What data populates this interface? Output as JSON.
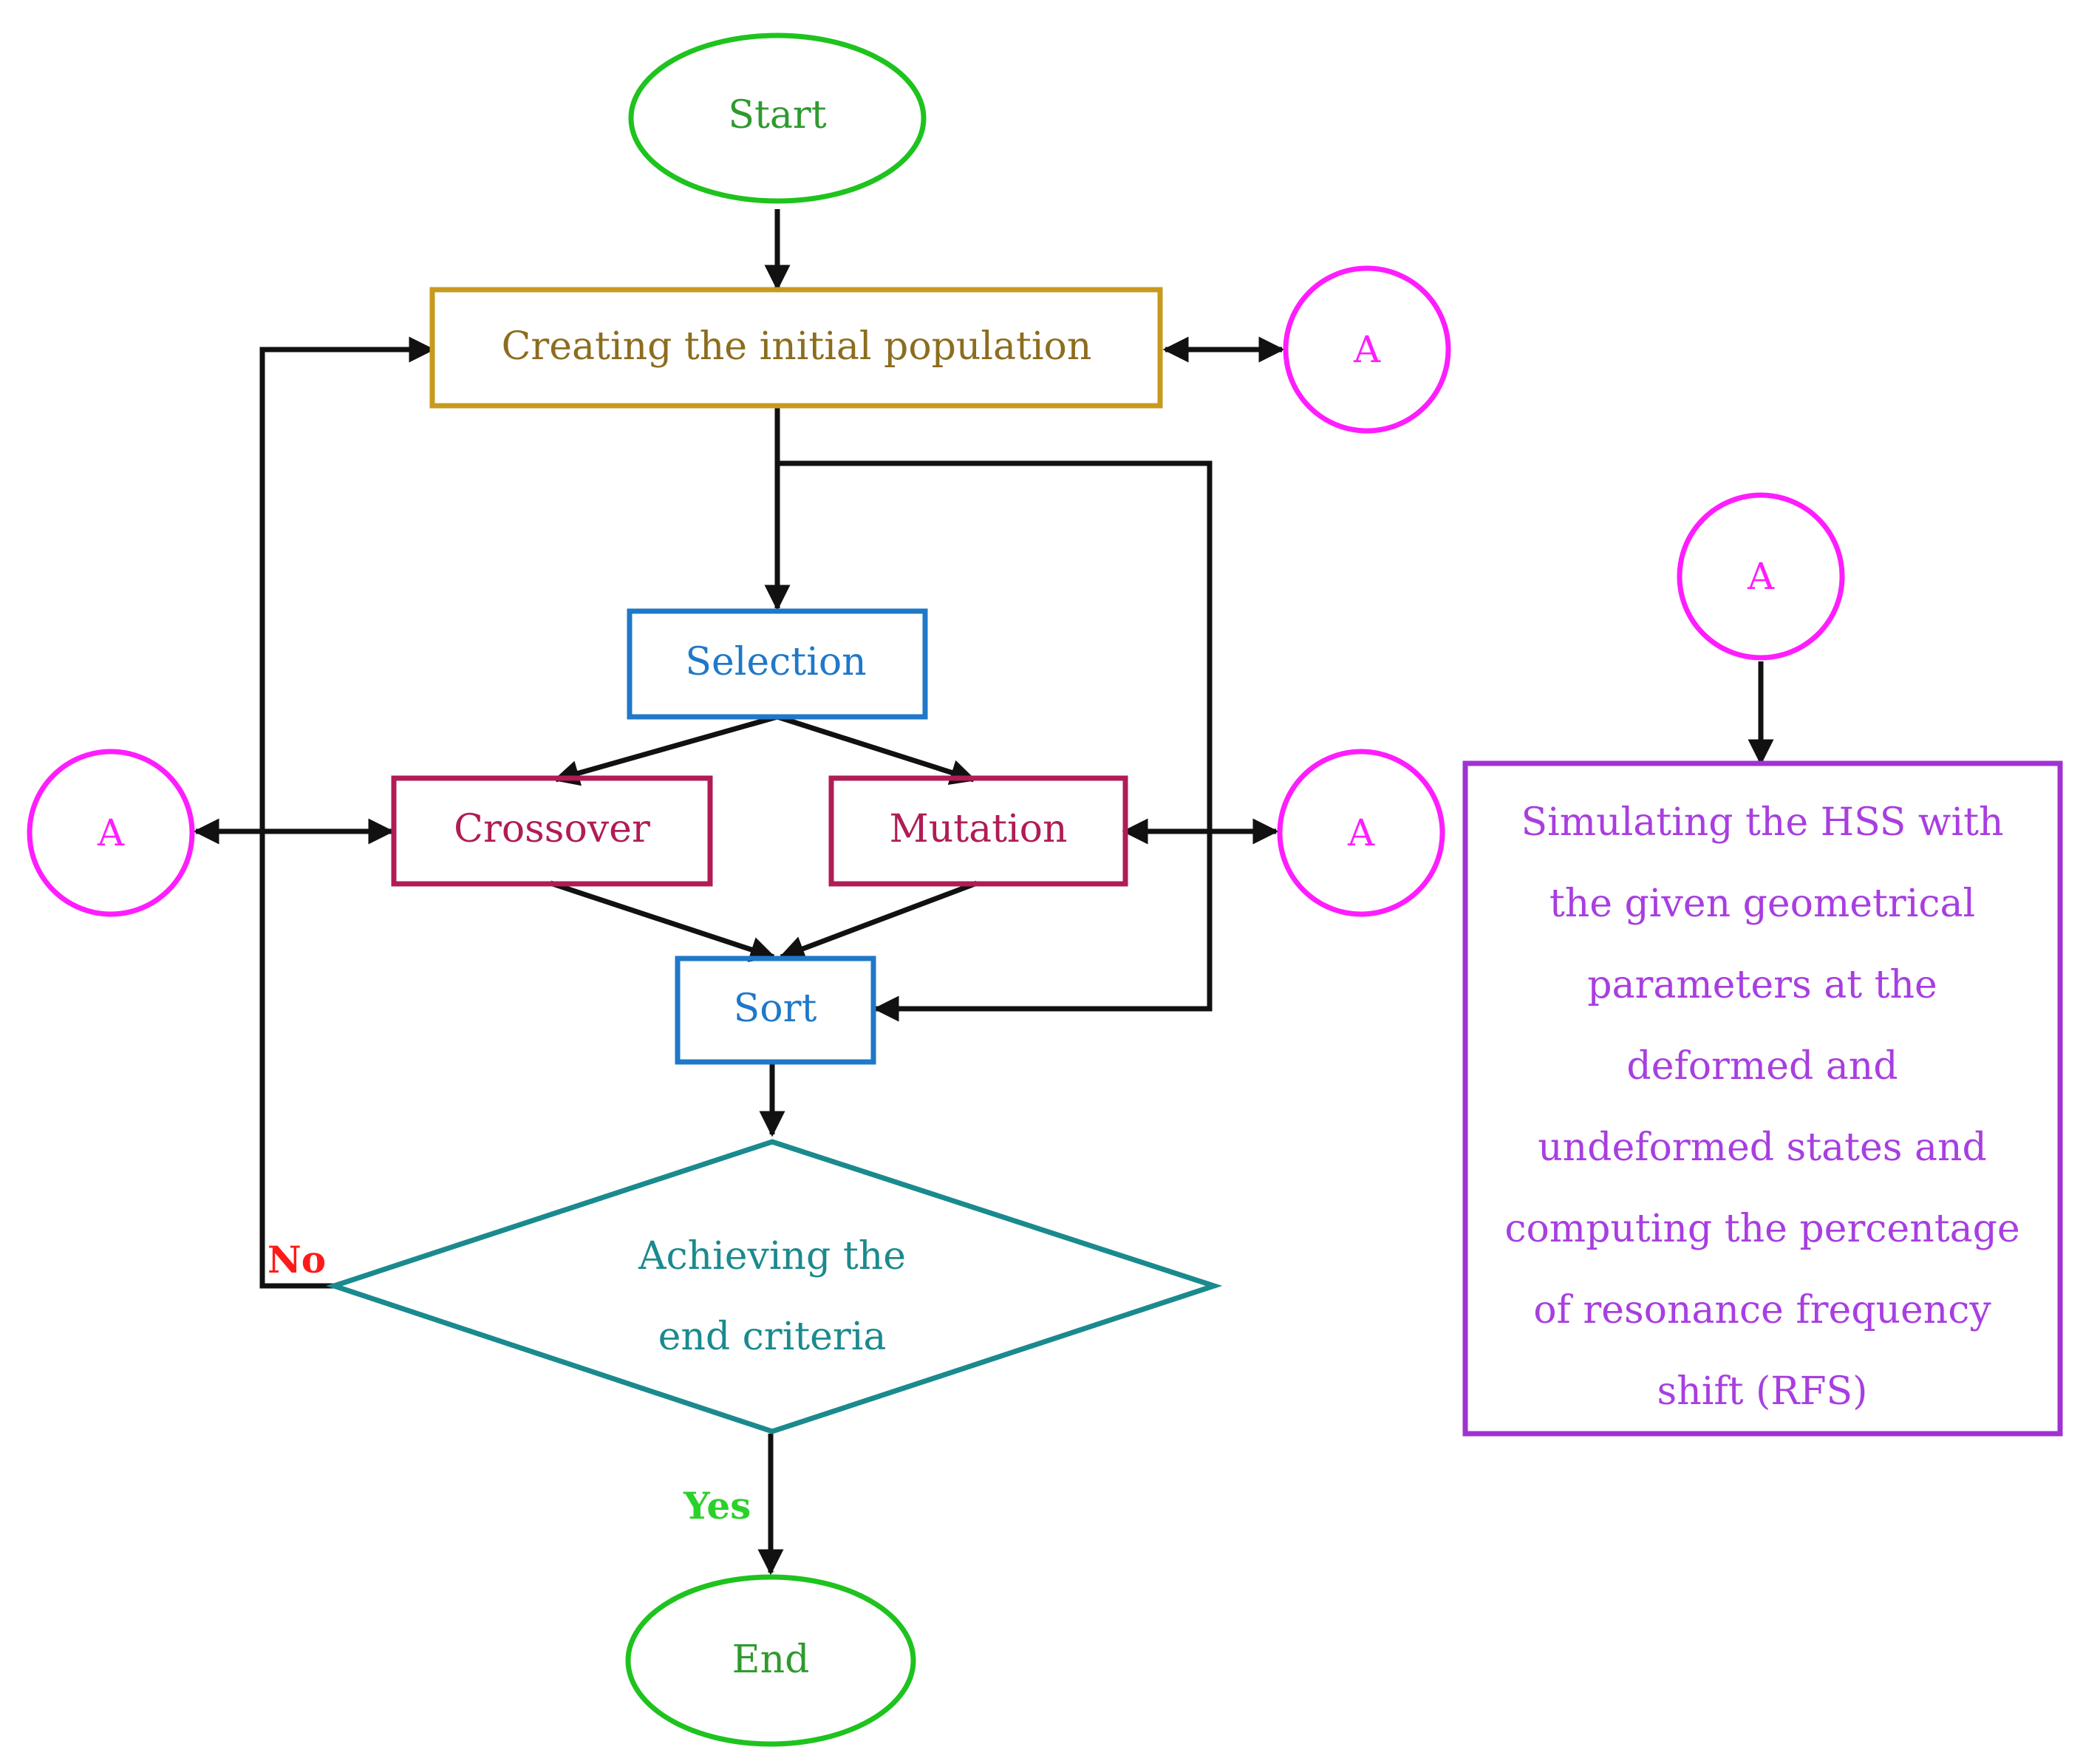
{
  "colors": {
    "terminal": "#1ec31e",
    "terminal_text": "#2e9a2e",
    "init_box": "#c79a1e",
    "init_text": "#8c6d1f",
    "blue": "#1f78c8",
    "crimson": "#b01c56",
    "connector": "#ff1dff",
    "teal": "#1a8a8e",
    "purple": "#a032d2",
    "purple_text": "#a83ee0",
    "no_label": "#ff1a1a",
    "yes_label": "#2bd12b",
    "arrow": "#111111"
  },
  "nodes": {
    "start": "Start",
    "init": "Creating the initial population",
    "selection": "Selection",
    "crossover": "Crossover",
    "mutation": "Mutation",
    "sort": "Sort",
    "decision_line1": "Achieving the",
    "decision_line2": "end criteria",
    "end": "End"
  },
  "connectors": {
    "init_right": "A",
    "left_crossover": "A",
    "right_mutation": "A",
    "subprocess_top": "A"
  },
  "labels": {
    "no": "No",
    "yes": "Yes"
  },
  "subprocess": {
    "lines": [
      "Simulating the HSS with",
      "the given geometrical",
      "parameters at the",
      "deformed and",
      "undeformed states and",
      "computing the percentage",
      "of resonance frequency",
      "shift (RFS)"
    ]
  }
}
